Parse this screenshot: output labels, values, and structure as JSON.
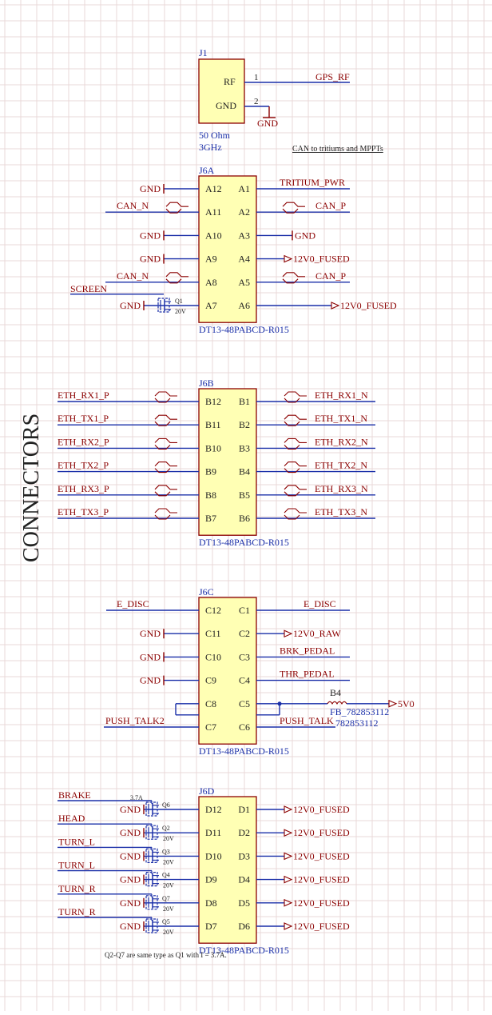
{
  "sheet": {
    "section_title": "CONNECTORS",
    "note_can": "CAN to tritiums and MPPTs",
    "note_mosfets": "Q2-Q7 are same type as Q1 with I = 3.7A."
  },
  "colors": {
    "background": "#ffffff",
    "grid": "#ead8d8",
    "wire": "#1a2fa8",
    "net_label": "#8b0000",
    "body_fill": "#ffffb4",
    "body_stroke": "#8b0000",
    "designator": "#1a2fa8"
  },
  "j1": {
    "designator": "J1",
    "pins": [
      {
        "name": "RF",
        "number": "1",
        "net": "GPS_RF"
      },
      {
        "name": "GND",
        "number": "2",
        "net": "GND"
      }
    ],
    "comment_line1": "50 Ohm",
    "comment_line2": "3GHz"
  },
  "connectors": [
    {
      "designator": "J6A",
      "part": "DT13-48PABCD-R015",
      "rows": [
        {
          "left_pin": "A12",
          "right_pin": "A1",
          "left_net": "GND",
          "left_kind": "gnd",
          "right_net": "TRITIUM_PWR",
          "right_kind": "label"
        },
        {
          "left_pin": "A11",
          "right_pin": "A2",
          "left_net": "CAN_N",
          "left_kind": "diff",
          "right_net": "CAN_P",
          "right_kind": "diff"
        },
        {
          "left_pin": "A10",
          "right_pin": "A3",
          "left_net": "GND",
          "left_kind": "gnd",
          "right_net": "GND",
          "right_kind": "gnd"
        },
        {
          "left_pin": "A9",
          "right_pin": "A4",
          "left_net": "GND",
          "left_kind": "gnd",
          "right_net": "12V0_FUSED",
          "right_kind": "port"
        },
        {
          "left_pin": "A8",
          "right_pin": "A5",
          "left_net": "CAN_N",
          "left_kind": "diff",
          "right_net": "CAN_P",
          "right_kind": "diff"
        },
        {
          "left_pin": "A7",
          "right_pin": "A6",
          "left_net": "GND",
          "left_kind": "fet",
          "right_net": "12V0_FUSED",
          "right_kind": "port"
        }
      ],
      "extra_label": "SCREEN",
      "mosfet": {
        "designator": "Q1",
        "value": "20V"
      }
    },
    {
      "designator": "J6B",
      "part": "DT13-48PABCD-R015",
      "rows": [
        {
          "left_pin": "B12",
          "right_pin": "B1",
          "left_net": "ETH_RX1_P",
          "left_kind": "diff",
          "right_net": "ETH_RX1_N",
          "right_kind": "diff"
        },
        {
          "left_pin": "B11",
          "right_pin": "B2",
          "left_net": "ETH_TX1_P",
          "left_kind": "diff",
          "right_net": "ETH_TX1_N",
          "right_kind": "diff"
        },
        {
          "left_pin": "B10",
          "right_pin": "B3",
          "left_net": "ETH_RX2_P",
          "left_kind": "diff",
          "right_net": "ETH_RX2_N",
          "right_kind": "diff"
        },
        {
          "left_pin": "B9",
          "right_pin": "B4",
          "left_net": "ETH_TX2_P",
          "left_kind": "diff",
          "right_net": "ETH_TX2_N",
          "right_kind": "diff"
        },
        {
          "left_pin": "B8",
          "right_pin": "B5",
          "left_net": "ETH_RX3_P",
          "left_kind": "diff",
          "right_net": "ETH_RX3_N",
          "right_kind": "diff"
        },
        {
          "left_pin": "B7",
          "right_pin": "B6",
          "left_net": "ETH_TX3_P",
          "left_kind": "diff",
          "right_net": "ETH_TX3_N",
          "right_kind": "diff"
        }
      ]
    },
    {
      "designator": "J6C",
      "part": "DT13-48PABCD-R015",
      "rows": [
        {
          "left_pin": "C12",
          "right_pin": "C1",
          "left_net": "E_DISC",
          "left_kind": "label",
          "right_net": "E_DISC",
          "right_kind": "label"
        },
        {
          "left_pin": "C11",
          "right_pin": "C2",
          "left_net": "GND",
          "left_kind": "gnd",
          "right_net": "12V0_RAW",
          "right_kind": "port"
        },
        {
          "left_pin": "C10",
          "right_pin": "C3",
          "left_net": "GND",
          "left_kind": "gnd",
          "right_net": "BRK_PEDAL",
          "right_kind": "label"
        },
        {
          "left_pin": "C9",
          "right_pin": "C4",
          "left_net": "GND",
          "left_kind": "gnd",
          "right_net": "THR_PEDAL",
          "right_kind": "label"
        },
        {
          "left_pin": "C8",
          "right_pin": "C5",
          "left_net": "",
          "left_kind": "loop",
          "right_net": "",
          "right_kind": "bead"
        },
        {
          "left_pin": "C7",
          "right_pin": "C6",
          "left_net": "PUSH_TALK2",
          "left_kind": "label",
          "right_net": "PUSH_TALK",
          "right_kind": "label"
        }
      ],
      "bead": {
        "designator": "B4",
        "value": "FB_782853112",
        "value_ghost": "782853112",
        "net": "5V0"
      }
    },
    {
      "designator": "J6D",
      "part": "DT13-48PABCD-R015",
      "rows": [
        {
          "left_pin": "D12",
          "right_pin": "D1",
          "left_net": "GND",
          "left_kind": "fet",
          "right_net": "12V0_FUSED",
          "right_kind": "port"
        },
        {
          "left_pin": "D11",
          "right_pin": "D2",
          "left_net": "GND",
          "left_kind": "fet",
          "right_net": "12V0_FUSED",
          "right_kind": "port"
        },
        {
          "left_pin": "D10",
          "right_pin": "D3",
          "left_net": "GND",
          "left_kind": "fet",
          "right_net": "12V0_FUSED",
          "right_kind": "port"
        },
        {
          "left_pin": "D9",
          "right_pin": "D4",
          "left_net": "GND",
          "left_kind": "fet",
          "right_net": "12V0_FUSED",
          "right_kind": "port"
        },
        {
          "left_pin": "D8",
          "right_pin": "D5",
          "left_net": "GND",
          "left_kind": "fet",
          "right_net": "12V0_FUSED",
          "right_kind": "port"
        },
        {
          "left_pin": "D7",
          "right_pin": "D6",
          "left_net": "GND",
          "left_kind": "fet",
          "right_net": "12V0_FUSED",
          "right_kind": "port"
        }
      ],
      "signals": [
        "BRAKE",
        "HEAD",
        "TURN_L",
        "TURN_L",
        "TURN_R",
        "TURN_R"
      ],
      "mosfets": [
        {
          "designator": "Q6",
          "value": "3.7A"
        },
        {
          "designator": "Q2",
          "value": "20V"
        },
        {
          "designator": "Q3",
          "value": "20V"
        },
        {
          "designator": "Q4",
          "value": "20V"
        },
        {
          "designator": "Q7",
          "value": "20V"
        },
        {
          "designator": "Q5",
          "value": "20V"
        }
      ]
    }
  ]
}
